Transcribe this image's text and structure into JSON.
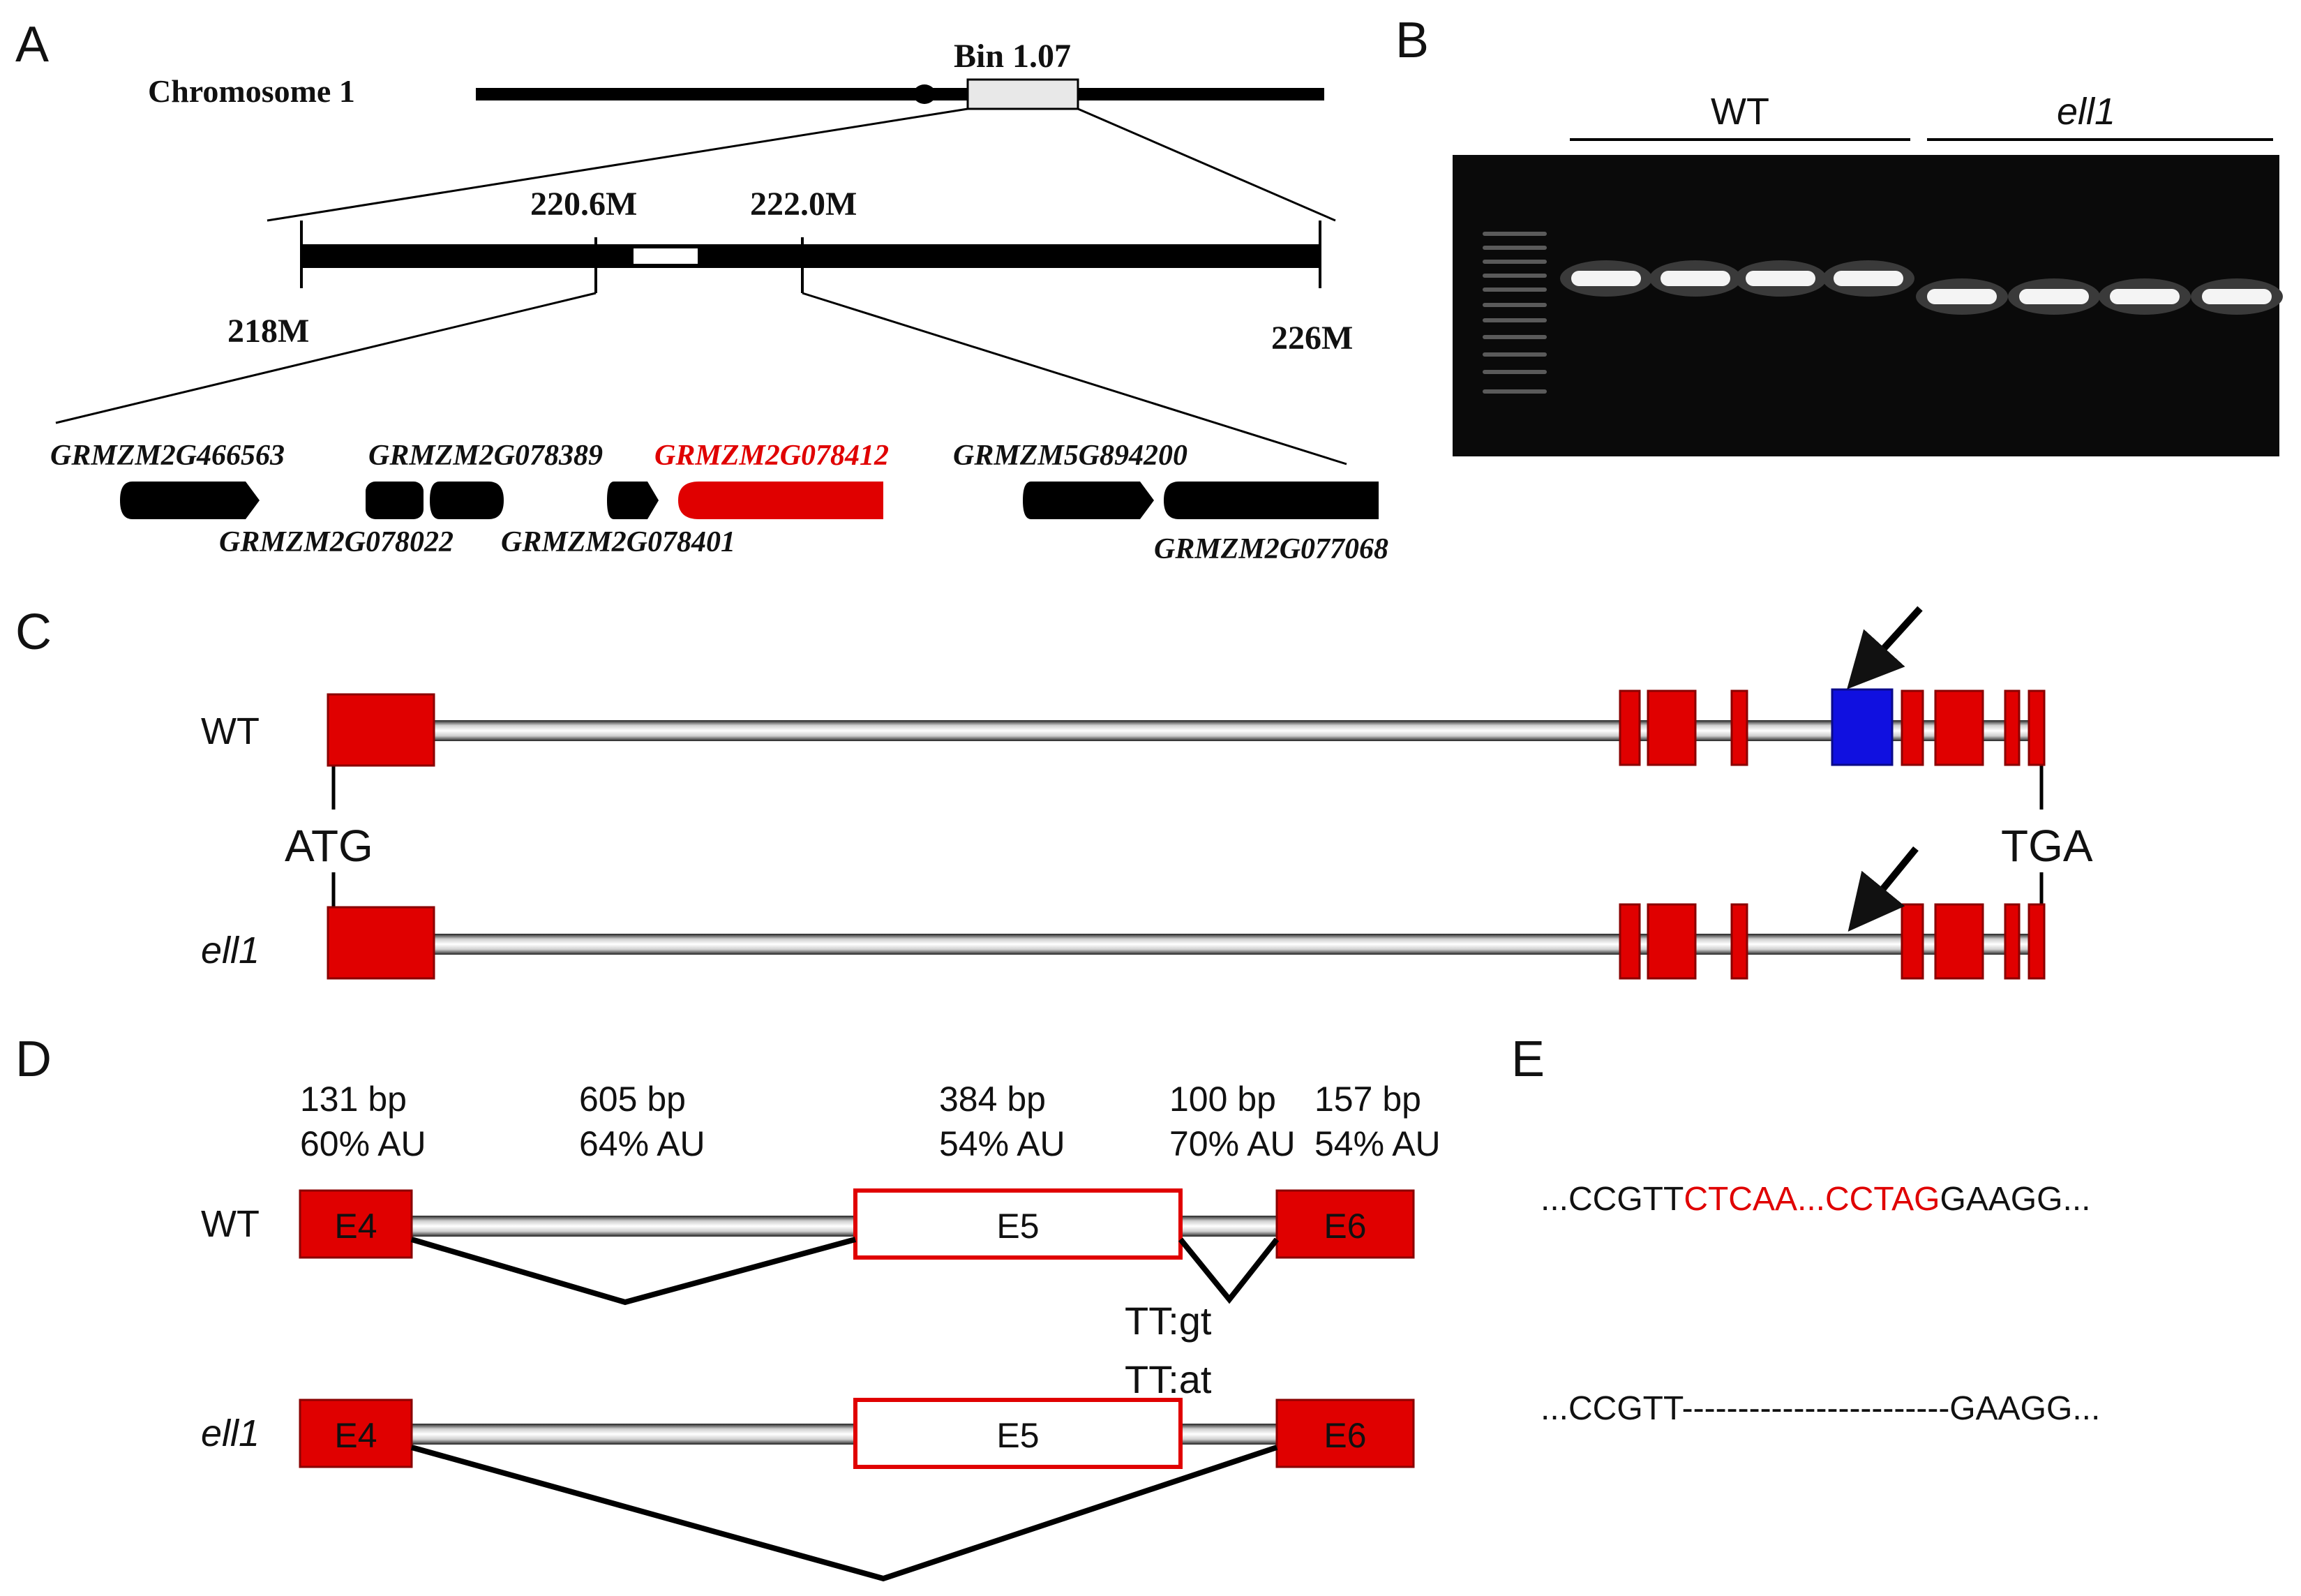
{
  "panels": {
    "a": "A",
    "b": "B",
    "c": "C",
    "d": "D",
    "e": "E"
  },
  "panel_a": {
    "chromosome_label": "Chromosome  1",
    "bin_label": "Bin 1.07",
    "pos_left_mark": "220.6M",
    "pos_right_mark": "222.0M",
    "pos_start": "218M",
    "pos_end": "226M",
    "genes": [
      {
        "name": "GRMZM2G466563",
        "highlight": false
      },
      {
        "name": "GRMZM2G078022",
        "highlight": false
      },
      {
        "name": "GRMZM2G078389",
        "highlight": false
      },
      {
        "name": "GRMZM2G078401",
        "highlight": false
      },
      {
        "name": "GRMZM2G078412",
        "highlight": true
      },
      {
        "name": "GRMZM5G894200",
        "highlight": false
      },
      {
        "name": "GRMZM2G077068",
        "highlight": false
      }
    ]
  },
  "panel_b": {
    "group_wt": "WT",
    "group_mut": "ell1"
  },
  "panel_c": {
    "row_wt": "WT",
    "row_mut": "ell1",
    "start_codon": "ATG",
    "stop_codon": "TGA"
  },
  "panel_d": {
    "row_wt": "WT",
    "row_mut": "ell1",
    "segments": [
      {
        "len": "131 bp",
        "au": "60% AU"
      },
      {
        "len": "605 bp",
        "au": "64% AU"
      },
      {
        "len": "384 bp",
        "au": "54% AU"
      },
      {
        "len": "100 bp",
        "au": "70% AU"
      },
      {
        "len": "157 bp",
        "au": "54% AU"
      }
    ],
    "exons": {
      "e4": "E4",
      "e5": "E5",
      "e6": "E6"
    },
    "splice_wt": "TT:gt",
    "splice_mut": "TT:at"
  },
  "panel_e": {
    "wt_prefix": "...CCGTT",
    "wt_deleted": "CTCAA...CCTAG",
    "wt_suffix": "GAAGG...",
    "mut_prefix": "...CCGTT",
    "mut_gap": "------------------------",
    "mut_suffix": "GAAGG..."
  },
  "colors": {
    "exon_red": "#e00000",
    "mutated_exon_blue": "#1010e0",
    "highlight_gene": "#e00000",
    "gel_background": "#0a0a0a"
  }
}
